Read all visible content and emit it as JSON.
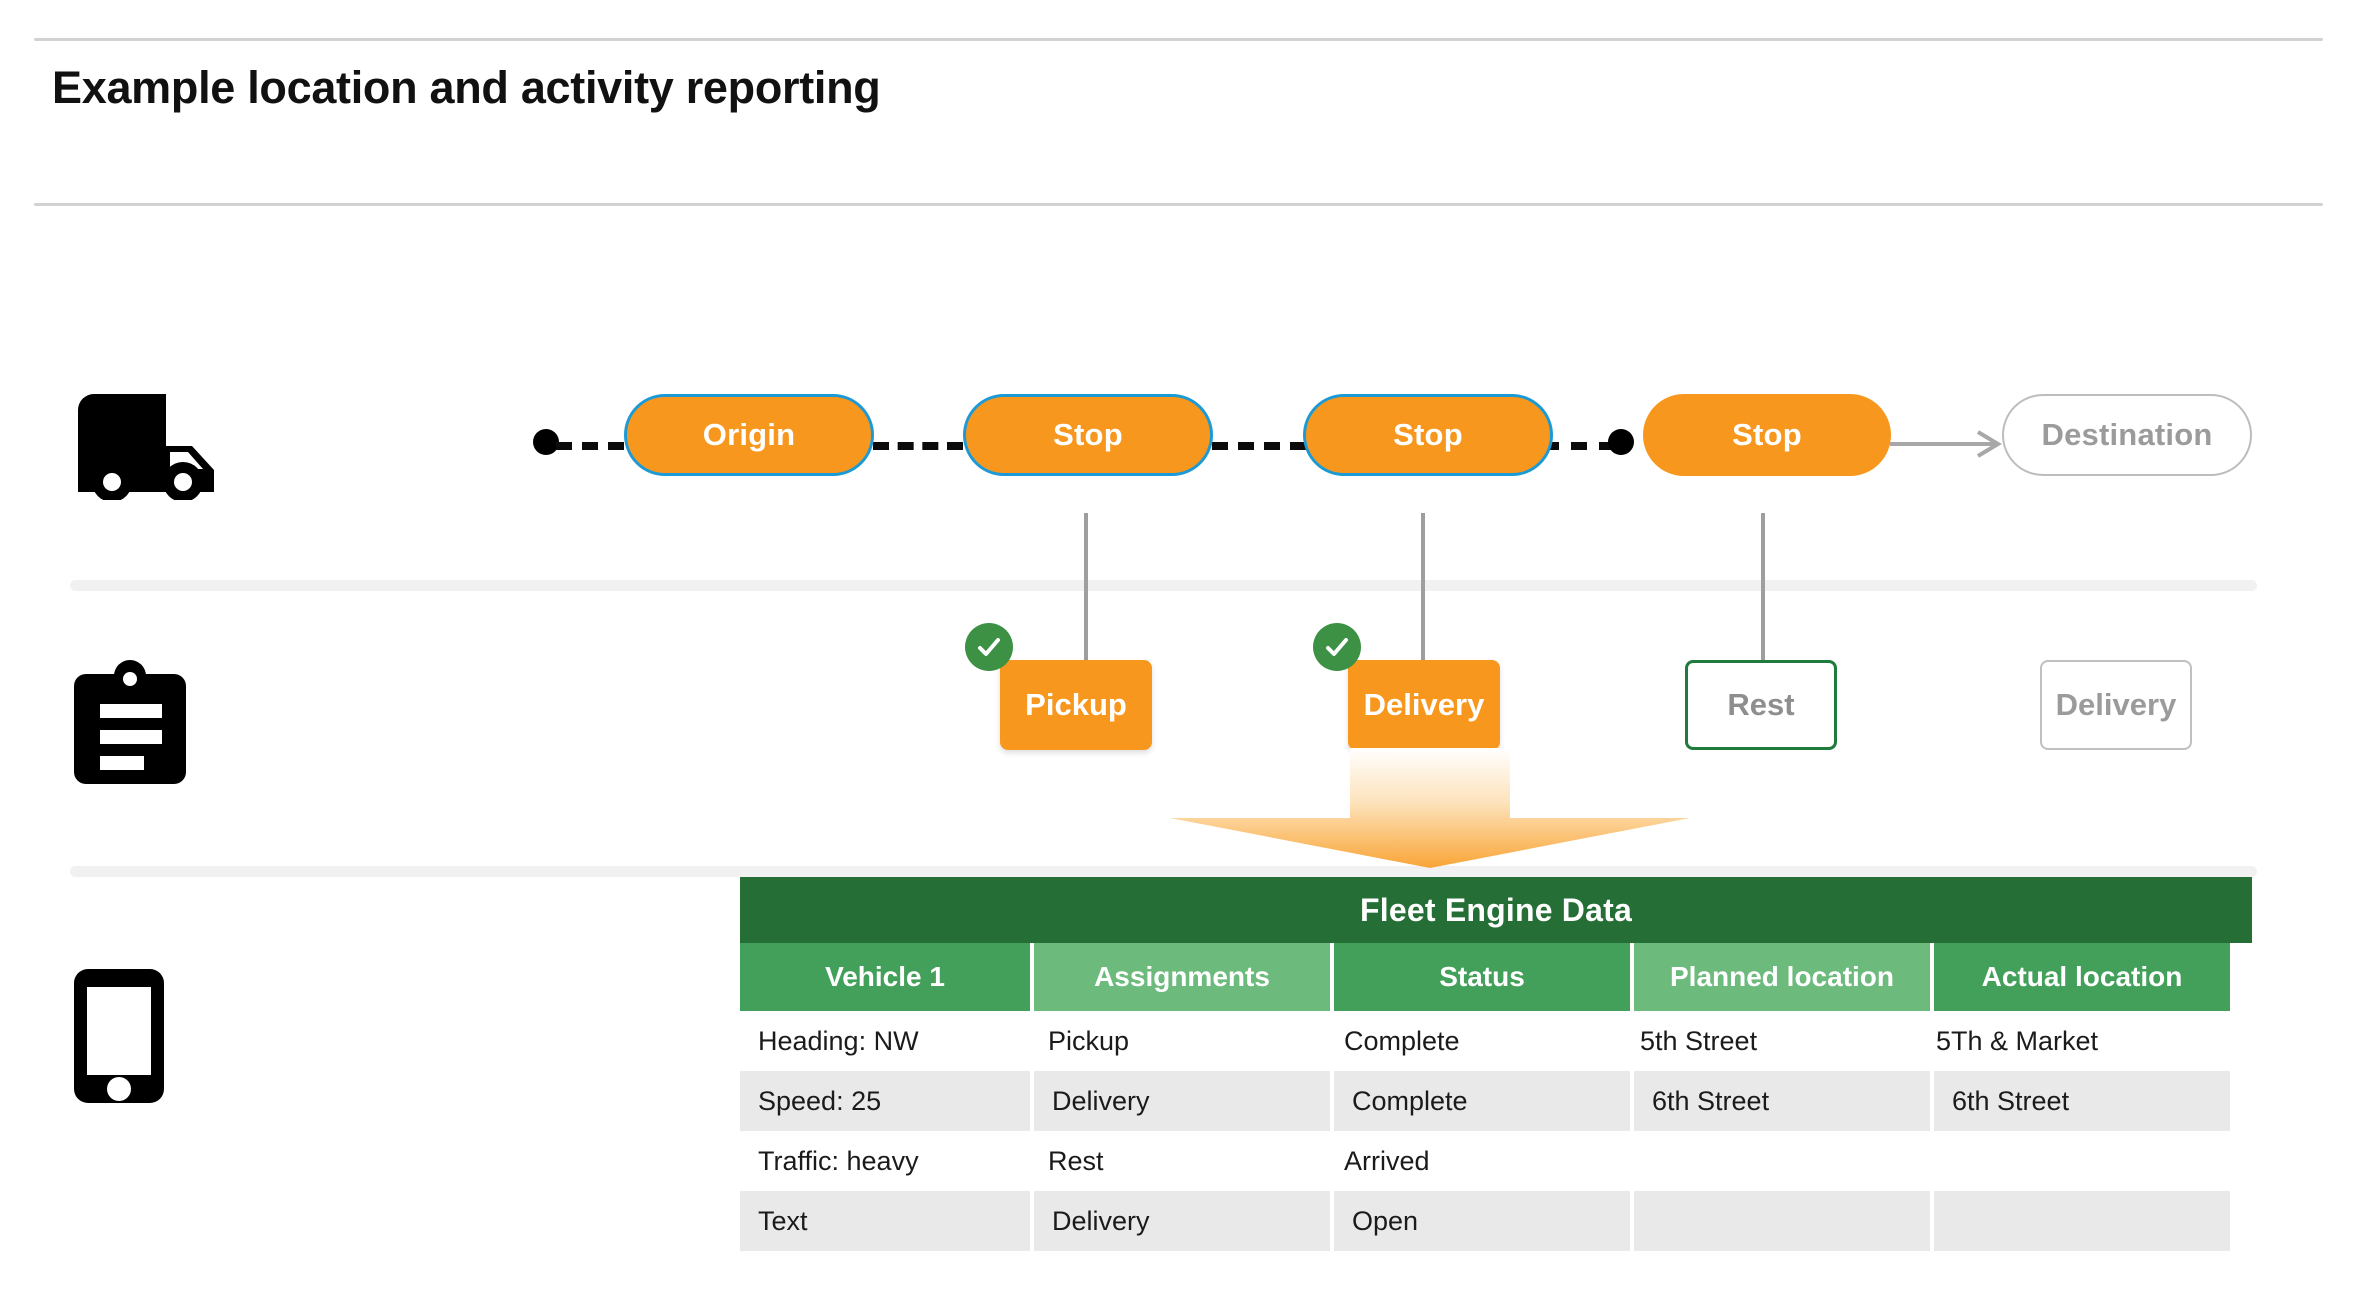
{
  "page": {
    "title": "Example location and activity reporting"
  },
  "rows": {
    "vehicle_icon": "truck-icon",
    "activity_icon": "clipboard-icon",
    "device_icon": "smartphone-icon"
  },
  "route": {
    "nodes": [
      {
        "label": "Origin",
        "state": "filled-bordered"
      },
      {
        "label": "Stop",
        "state": "filled-bordered"
      },
      {
        "label": "Stop",
        "state": "filled-bordered"
      },
      {
        "label": "Stop",
        "state": "filled"
      },
      {
        "label": "Destination",
        "state": "outline"
      }
    ]
  },
  "activities": [
    {
      "label": "Pickup",
      "state": "filled",
      "completed": true
    },
    {
      "label": "Delivery",
      "state": "filled",
      "completed": true
    },
    {
      "label": "Rest",
      "state": "outline-green",
      "completed": false
    },
    {
      "label": "Delivery",
      "state": "outline-gray",
      "completed": false
    }
  ],
  "table": {
    "title": "Fleet Engine Data",
    "columns": [
      "Vehicle 1",
      "Assignments",
      "Status",
      "Planned location",
      "Actual location"
    ],
    "rows": [
      [
        "Heading: NW",
        "Pickup",
        "Complete",
        "5th Street",
        "5Th & Market"
      ],
      [
        "Speed: 25",
        "Delivery",
        "Complete",
        "6th Street",
        "6th Street"
      ],
      [
        "Traffic: heavy",
        "Rest",
        "Arrived",
        "",
        ""
      ],
      [
        "Text",
        "Delivery",
        "Open",
        "",
        ""
      ]
    ]
  },
  "colors": {
    "orange": "#F8971D",
    "blue_border": "#1C9AD6",
    "green_dark": "#256E36",
    "green_head_a": "#43A05A",
    "green_head_b": "#6DBA7D",
    "green_check": "#3C9145",
    "gray_outline": "#bdbdbd",
    "zebra": "#E9E9E9"
  }
}
